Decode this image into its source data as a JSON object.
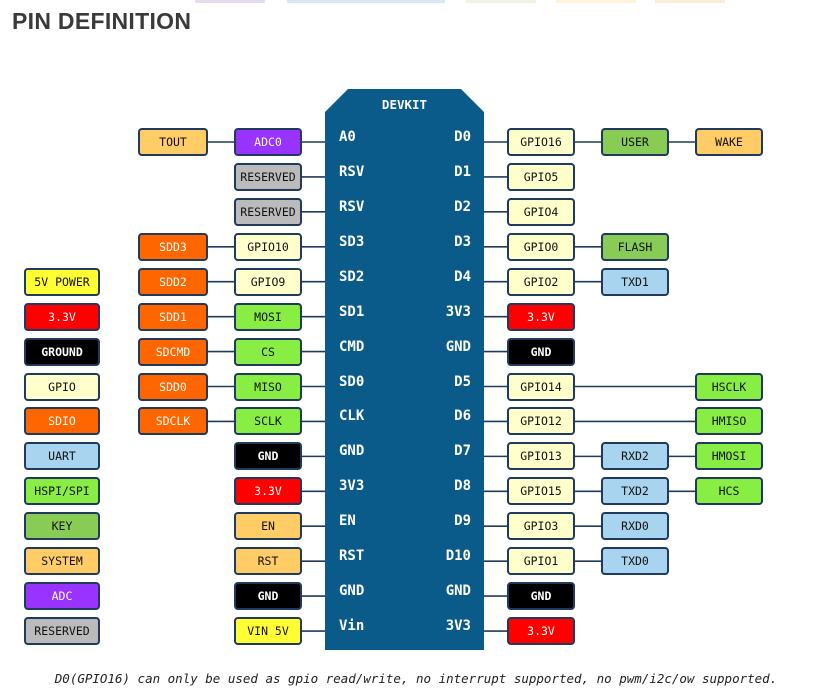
{
  "title": "PIN DEFINITION",
  "board_label": "DEVKIT",
  "footnote": "D0(GPIO16) can only be used as gpio read/write, no interrupt supported, no pwm/i2c/ow supported.",
  "colors": {
    "power": "#ffff33",
    "v33": "#ff0000",
    "ground": "#000000",
    "gpio": "#ffffcc",
    "sdio": "#ff6600",
    "uart": "#a8d4f0",
    "hspi": "#88ee44",
    "key": "#88cc55",
    "system": "#ffcc66",
    "adc": "#9933ff",
    "reserved": "#bbbbbb",
    "board": "#0a5a8a",
    "outline": "#1f3a5c"
  },
  "legend": [
    {
      "label": "5V POWER",
      "color": "power"
    },
    {
      "label": "3.3V",
      "color": "v33"
    },
    {
      "label": "GROUND",
      "color": "ground"
    },
    {
      "label": "GPIO",
      "color": "gpio"
    },
    {
      "label": "SDIO",
      "color": "sdio"
    },
    {
      "label": "UART",
      "color": "uart"
    },
    {
      "label": "HSPI/SPI",
      "color": "hspi"
    },
    {
      "label": "KEY",
      "color": "key"
    },
    {
      "label": "SYSTEM",
      "color": "system"
    },
    {
      "label": "ADC",
      "color": "adc"
    },
    {
      "label": "RESERVED",
      "color": "reserved"
    }
  ],
  "left_pins": [
    {
      "pin": "A0",
      "func": "ADC0",
      "func_color": "adc",
      "extra": "TOUT",
      "extra_color": "system"
    },
    {
      "pin": "RSV",
      "func": "RESERVED",
      "func_color": "reserved"
    },
    {
      "pin": "RSV",
      "func": "RESERVED",
      "func_color": "reserved"
    },
    {
      "pin": "SD3",
      "func": "GPIO10",
      "func_color": "gpio",
      "extra": "SDD3",
      "extra_color": "sdio"
    },
    {
      "pin": "SD2",
      "func": "GPIO9",
      "func_color": "gpio",
      "extra": "SDD2",
      "extra_color": "sdio"
    },
    {
      "pin": "SD1",
      "func": "MOSI",
      "func_color": "hspi",
      "extra": "SDD1",
      "extra_color": "sdio"
    },
    {
      "pin": "CMD",
      "func": "CS",
      "func_color": "hspi",
      "extra": "SDCMD",
      "extra_color": "sdio"
    },
    {
      "pin": "SD0",
      "func": "MISO",
      "func_color": "hspi",
      "extra": "SDD0",
      "extra_color": "sdio"
    },
    {
      "pin": "CLK",
      "func": "SCLK",
      "func_color": "hspi",
      "extra": "SDCLK",
      "extra_color": "sdio"
    },
    {
      "pin": "GND",
      "func": "GND",
      "func_color": "ground"
    },
    {
      "pin": "3V3",
      "func": "3.3V",
      "func_color": "v33"
    },
    {
      "pin": "EN",
      "func": "EN",
      "func_color": "system"
    },
    {
      "pin": "RST",
      "func": "RST",
      "func_color": "system"
    },
    {
      "pin": "GND",
      "func": "GND",
      "func_color": "ground"
    },
    {
      "pin": "Vin",
      "func": "VIN 5V",
      "func_color": "power"
    }
  ],
  "right_pins": [
    {
      "pin": "D0",
      "func": "GPIO16",
      "func_color": "gpio",
      "extra1": "USER",
      "extra1_color": "key",
      "extra2": "WAKE",
      "extra2_color": "system"
    },
    {
      "pin": "D1",
      "func": "GPIO5",
      "func_color": "gpio"
    },
    {
      "pin": "D2",
      "func": "GPIO4",
      "func_color": "gpio"
    },
    {
      "pin": "D3",
      "func": "GPIO0",
      "func_color": "gpio",
      "extra1": "FLASH",
      "extra1_color": "key"
    },
    {
      "pin": "D4",
      "func": "GPIO2",
      "func_color": "gpio",
      "extra1": "TXD1",
      "extra1_color": "uart"
    },
    {
      "pin": "3V3",
      "func": "3.3V",
      "func_color": "v33"
    },
    {
      "pin": "GND",
      "func": "GND",
      "func_color": "ground"
    },
    {
      "pin": "D5",
      "func": "GPIO14",
      "func_color": "gpio",
      "extra2": "HSCLK",
      "extra2_color": "hspi"
    },
    {
      "pin": "D6",
      "func": "GPIO12",
      "func_color": "gpio",
      "extra2": "HMISO",
      "extra2_color": "hspi"
    },
    {
      "pin": "D7",
      "func": "GPIO13",
      "func_color": "gpio",
      "extra1": "RXD2",
      "extra1_color": "uart",
      "extra2": "HMOSI",
      "extra2_color": "hspi"
    },
    {
      "pin": "D8",
      "func": "GPIO15",
      "func_color": "gpio",
      "extra1": "TXD2",
      "extra1_color": "uart",
      "extra2": "HCS",
      "extra2_color": "hspi"
    },
    {
      "pin": "D9",
      "func": "GPIO3",
      "func_color": "gpio",
      "extra1": "RXD0",
      "extra1_color": "uart"
    },
    {
      "pin": "D10",
      "func": "GPIO1",
      "func_color": "gpio",
      "extra1": "TXD0",
      "extra1_color": "uart"
    },
    {
      "pin": "GND",
      "func": "GND",
      "func_color": "ground"
    },
    {
      "pin": "3V3",
      "func": "3.3V",
      "func_color": "v33"
    }
  ]
}
